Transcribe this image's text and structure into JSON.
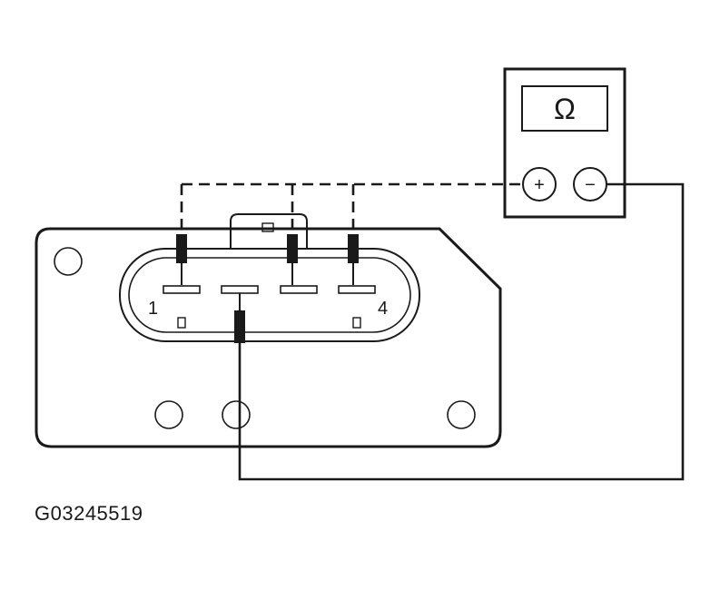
{
  "meter": {
    "display_symbol": "Ω",
    "positive_label": "+",
    "negative_label": "−"
  },
  "connector": {
    "pin_first_label": "1",
    "pin_last_label": "4"
  },
  "figure_id": "G03245519"
}
